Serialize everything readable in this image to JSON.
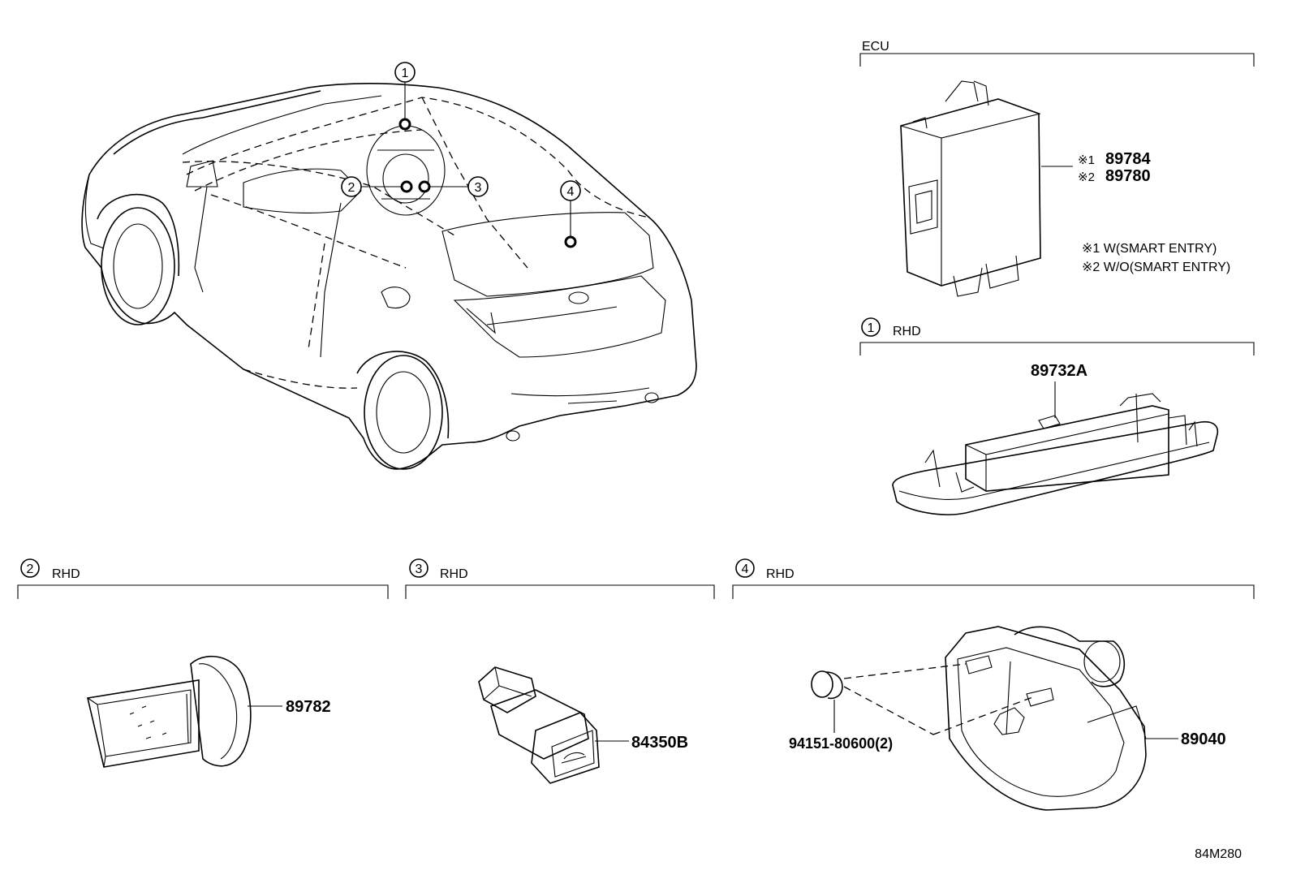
{
  "sections": {
    "ecu": {
      "title": "ECU"
    },
    "s1": {
      "number": "1",
      "title": "RHD"
    },
    "s2": {
      "number": "2",
      "title": "RHD"
    },
    "s3": {
      "number": "3",
      "title": "RHD"
    },
    "s4": {
      "number": "4",
      "title": "RHD"
    }
  },
  "callouts": [
    "1",
    "2",
    "3",
    "4"
  ],
  "parts": {
    "ecu_a": {
      "mark": "※1",
      "number": "89784"
    },
    "ecu_b": {
      "mark": "※2",
      "number": "89780"
    },
    "p89732a": "89732A",
    "p89782": "89782",
    "p84350b": "84350B",
    "p94151": "94151-80600(2)",
    "p89040": "89040"
  },
  "notes": {
    "n1": "※1 W(SMART ENTRY)",
    "n2": "※2 W/O(SMART ENTRY)"
  },
  "figure_code": "84M280"
}
